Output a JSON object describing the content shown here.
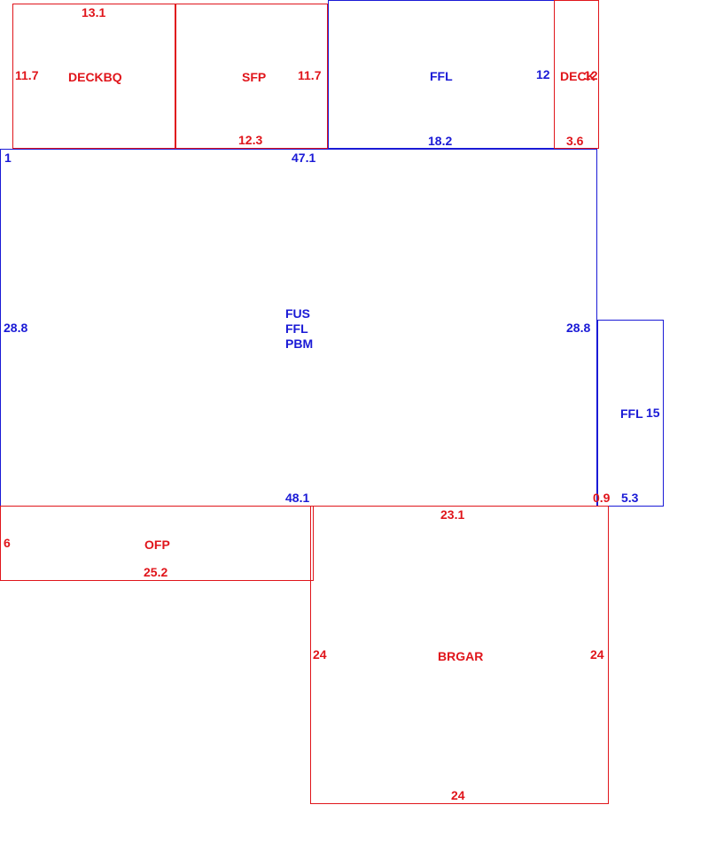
{
  "colors": {
    "red": "#e0151b",
    "blue": "#1a1ad6"
  },
  "areas": {
    "deckbq": {
      "name": "DECKBQ",
      "top": "13.1",
      "left": "11.7"
    },
    "sfp": {
      "name": "SFP",
      "right": "11.7",
      "bottom": "12.3"
    },
    "ffl_top": {
      "name": "FFL",
      "left": "12",
      "bottom": "18.2"
    },
    "deck": {
      "name": "DECK",
      "right": "12",
      "bottom": "3.6"
    },
    "main": {
      "line1": "FUS",
      "line2": "FFL",
      "line3": "PBM",
      "top_left": "1",
      "top": "47.1",
      "left": "28.8",
      "right": "28.8",
      "bottom": "48.1",
      "bottom_right": "0.9"
    },
    "ffl_right": {
      "name": "FFL",
      "right": "15",
      "bottom": "5.3"
    },
    "ofp": {
      "name": "OFP",
      "left": "6",
      "bottom": "25.2"
    },
    "brgar": {
      "name": "BRGAR",
      "top": "23.1",
      "left": "24",
      "right": "24",
      "bottom": "24"
    }
  }
}
